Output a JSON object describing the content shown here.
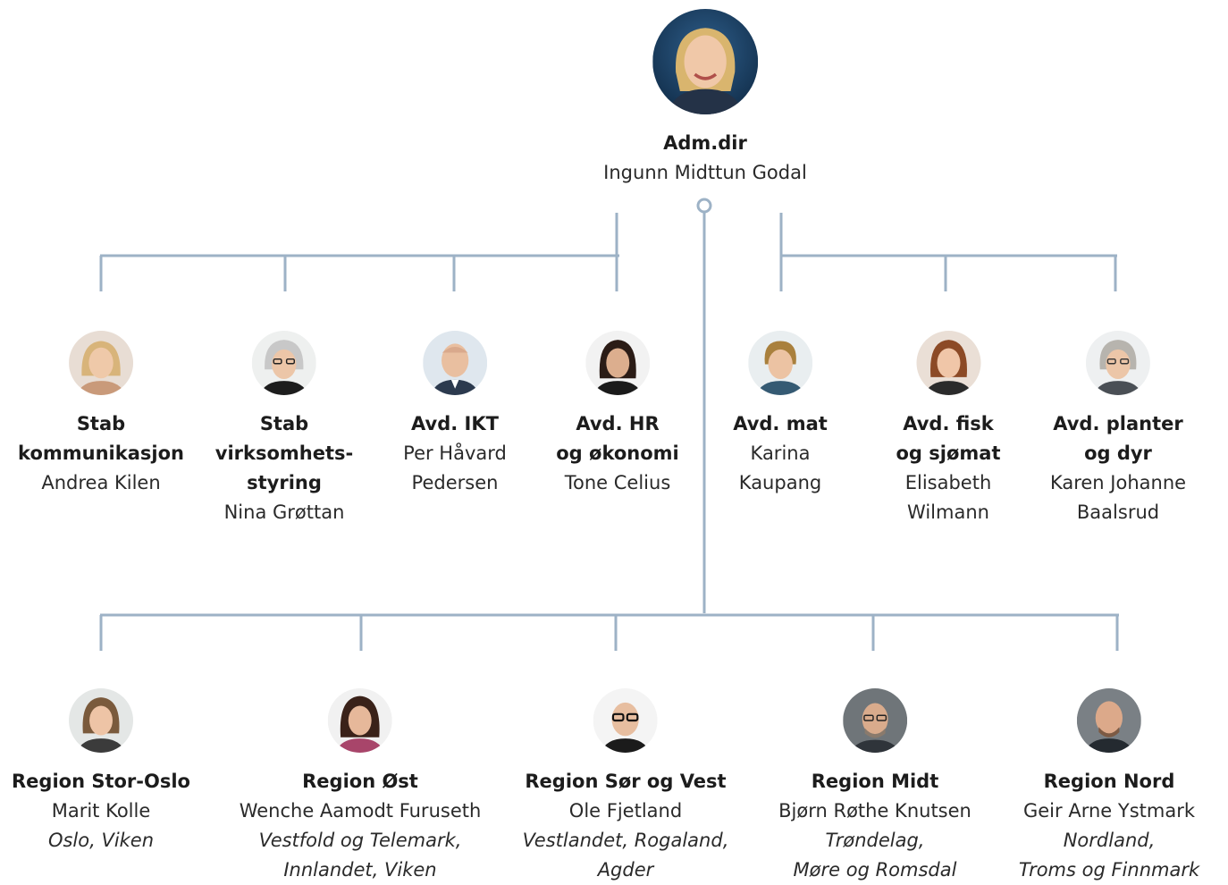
{
  "colors": {
    "connector": "#9db2c6",
    "text": "#1c1c1c"
  },
  "root": {
    "title": "Adm.dir",
    "name": "Ingunn Midttun Godal",
    "avatar_icon": "portrait-woman-blonde"
  },
  "departments": [
    {
      "title_lines": [
        "Stab",
        "kommunikasjon"
      ],
      "name_lines": [
        "Andrea Kilen"
      ],
      "avatar_icon": "portrait-woman-blonde"
    },
    {
      "title_lines": [
        "Stab",
        "virksomhets-",
        "styring"
      ],
      "name_lines": [
        "Nina Grøttan"
      ],
      "avatar_icon": "portrait-woman-grey-hair"
    },
    {
      "title_lines": [
        "Avd. IKT"
      ],
      "name_lines": [
        "Per Håvard",
        "Pedersen"
      ],
      "avatar_icon": "portrait-man-bald"
    },
    {
      "title_lines": [
        "Avd. HR",
        "og økonomi"
      ],
      "name_lines": [
        "Tone Celius"
      ],
      "avatar_icon": "portrait-woman-dark-hair"
    },
    {
      "title_lines": [
        "Avd. mat"
      ],
      "name_lines": [
        "Karina",
        "Kaupang"
      ],
      "avatar_icon": "portrait-woman-short-hair"
    },
    {
      "title_lines": [
        "Avd. fisk",
        "og sjømat"
      ],
      "name_lines": [
        "Elisabeth",
        "Wilmann"
      ],
      "avatar_icon": "portrait-woman-auburn-hair"
    },
    {
      "title_lines": [
        "Avd. planter",
        "og dyr"
      ],
      "name_lines": [
        "Karen Johanne",
        "Baalsrud"
      ],
      "avatar_icon": "portrait-woman-grey-hair"
    }
  ],
  "regions": [
    {
      "title": "Region Stor-Oslo",
      "name": "Marit Kolle",
      "area_lines": [
        "Oslo, Viken"
      ],
      "avatar_icon": "portrait-woman-brown-hair"
    },
    {
      "title": "Region Øst",
      "name": "Wenche Aamodt Furuseth",
      "area_lines": [
        "Vestfold og Telemark,",
        "Innlandet, Viken"
      ],
      "avatar_icon": "portrait-woman-dark-hair"
    },
    {
      "title": "Region Sør og Vest",
      "name": "Ole Fjetland",
      "area_lines": [
        "Vestlandet, Rogaland,",
        "Agder"
      ],
      "avatar_icon": "portrait-man-glasses-bald"
    },
    {
      "title": "Region Midt",
      "name": "Bjørn Røthe Knutsen",
      "area_lines": [
        "Trøndelag,",
        "Møre og Romsdal"
      ],
      "avatar_icon": "portrait-man-glasses-beard"
    },
    {
      "title": "Region Nord",
      "name": "Geir Arne Ystmark",
      "area_lines": [
        "Nordland,",
        "Troms og Finnmark"
      ],
      "avatar_icon": "portrait-man-bald-beard"
    }
  ]
}
